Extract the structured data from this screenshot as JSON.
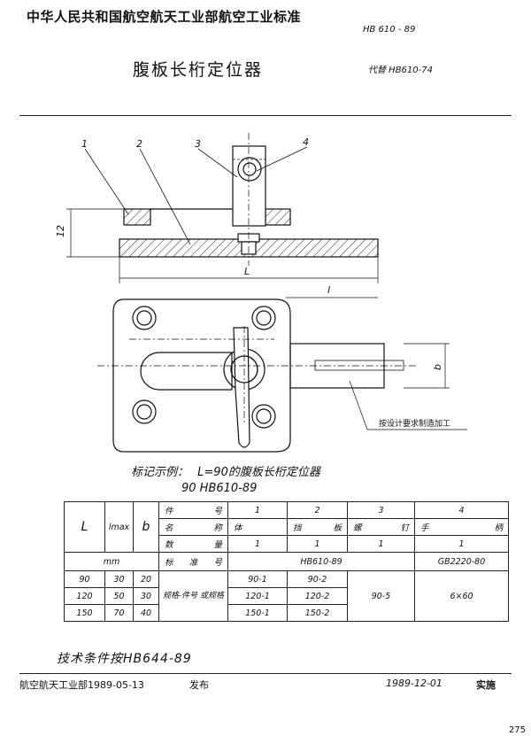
{
  "header": {
    "org": "中华人民共和国航空航天工业部航空工业标准",
    "code": "HB 610 - 89",
    "title": "腹板长桁定位器",
    "replaces": "代替 HB610-74"
  },
  "drawing": {
    "callouts": [
      "1",
      "2",
      "3",
      "4"
    ],
    "dim_height": "12",
    "dim_length": "L",
    "dim_l": "l",
    "dim_b": "b",
    "note": "按设计要求制造加工"
  },
  "example": {
    "label": "标记示例：",
    "text": "L=90的腹板长桁定位器",
    "marking": "90 HB610-89"
  },
  "table": {
    "col_L": "L",
    "col_lmax": "lmax",
    "col_b": "b",
    "row_part_no": "件 号",
    "row_name": "名 称",
    "row_qty": "数 量",
    "row_std": "标 准 号",
    "unit": "mm",
    "part_nos": [
      "1",
      "2",
      "3",
      "4"
    ],
    "names": [
      "体",
      "挡 板",
      "螺 钉",
      "手 柄"
    ],
    "qtys": [
      "1",
      "1",
      "1",
      "1"
    ],
    "std_1_2": "HB610-89",
    "std_4": "GB2220-80",
    "mid_label": "规格-件号 或规格",
    "rows": [
      {
        "L": "90",
        "lmax": "30",
        "b": "20",
        "p1": "90-1",
        "p2": "90-2"
      },
      {
        "L": "120",
        "lmax": "50",
        "b": "30",
        "p1": "120-1",
        "p2": "120-2"
      },
      {
        "L": "150",
        "lmax": "70",
        "b": "40",
        "p1": "150-1",
        "p2": "150-2"
      }
    ],
    "p3": "90-5",
    "p4": "6×60"
  },
  "tech": "技术条件按HB644-89",
  "footer": {
    "left": "航空航天工业部1989-05-13",
    "issued": "发布",
    "date": "1989-12-01",
    "implement": "实施"
  },
  "page_no": "275"
}
